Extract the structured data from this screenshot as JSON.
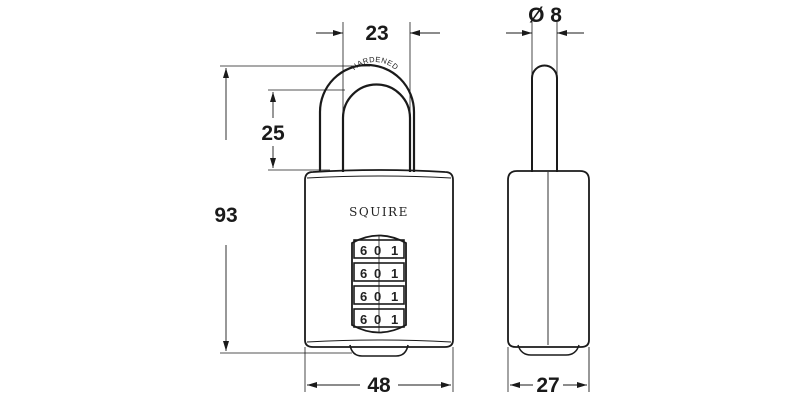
{
  "drawing": {
    "subject": "combination padlock technical drawing",
    "brand_label": "SQUIRE",
    "shackle_label": "HARDENED",
    "colors": {
      "line": "#1a1a1a",
      "background": "#ffffff"
    }
  },
  "dimensions": {
    "shackle_clearance_width": "23",
    "shackle_diameter": "Ø 8",
    "shackle_clearance_height": "25",
    "overall_height": "93",
    "body_width": "48",
    "body_depth": "27"
  },
  "combination_wheels": {
    "rows": [
      [
        "6",
        "0",
        "1"
      ],
      [
        "6",
        "0",
        "1"
      ],
      [
        "6",
        "0",
        "1"
      ],
      [
        "6",
        "0",
        "1"
      ]
    ]
  }
}
